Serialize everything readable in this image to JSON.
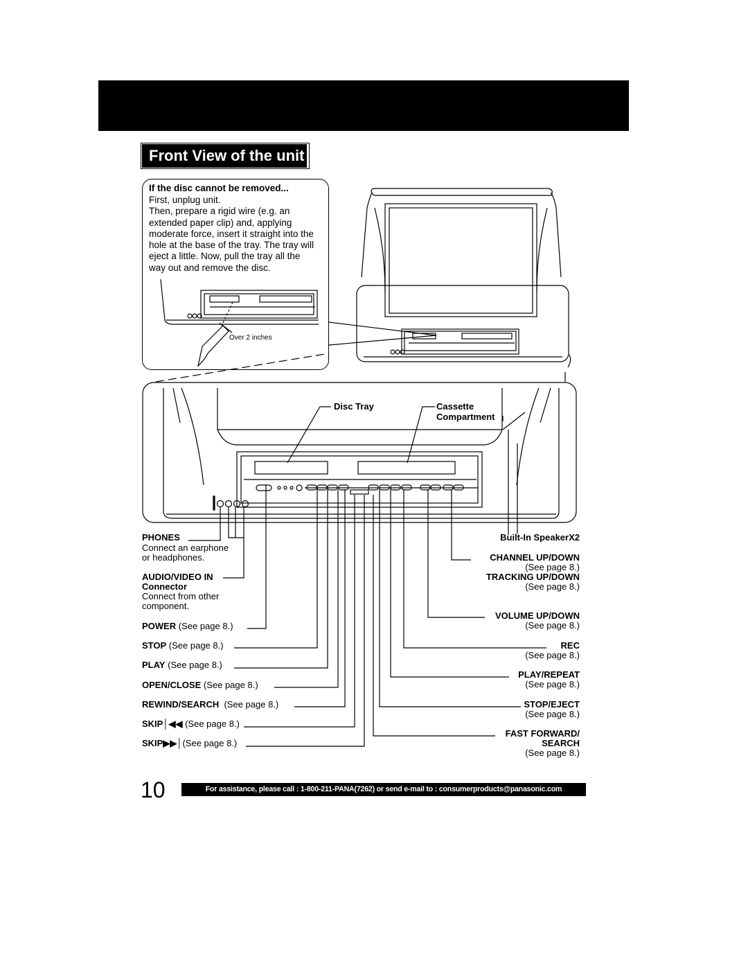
{
  "header": {
    "section_title": "Front View of the unit"
  },
  "note": {
    "title": "If the disc cannot be removed...",
    "lines": [
      "First, unplug unit.",
      "Then, prepare a rigid wire (e.g. an",
      "extended paper clip) and, applying",
      "moderate force, insert it straight into the",
      "hole at the base of the tray. The tray will",
      "eject a little. Now, pull the tray all the",
      "way out and remove the disc."
    ],
    "inch_label": "Over 2 inches"
  },
  "diagram_labels": {
    "disc_tray": "Disc Tray",
    "cassette_line1": "Cassette",
    "cassette_line2": "Compartment"
  },
  "left_labels": {
    "phones": "PHONES",
    "phones_desc1": "Connect an earphone",
    "phones_desc2": "or headphones.",
    "av_in": "AUDIO/VIDEO IN",
    "av_connector": "Connector",
    "av_desc1": "Connect from other",
    "av_desc2": "component.",
    "power": "POWER",
    "stop": "STOP",
    "play": "PLAY",
    "open_close": "OPEN/CLOSE",
    "rewind": "REWIND/SEARCH",
    "skip_prev": "SKIP",
    "skip_next": "SKIP",
    "see_page": "(See page 8.)"
  },
  "right_labels": {
    "speaker": "Built-In SpeakerX2",
    "channel": "CHANNEL UP/DOWN",
    "tracking": "TRACKING UP/DOWN",
    "volume": "VOLUME UP/DOWN",
    "rec": "REC",
    "play_repeat": "PLAY/REPEAT",
    "stop_eject": "STOP/EJECT",
    "ff_line1": "FAST FORWARD/",
    "ff_line2": "SEARCH",
    "see_page": "(See page 8.)"
  },
  "footer": {
    "page_number": "10",
    "assistance": "For assistance, please call : 1-800-211-PANA(7262) or send e-mail to : consumerproducts@panasonic.com"
  }
}
